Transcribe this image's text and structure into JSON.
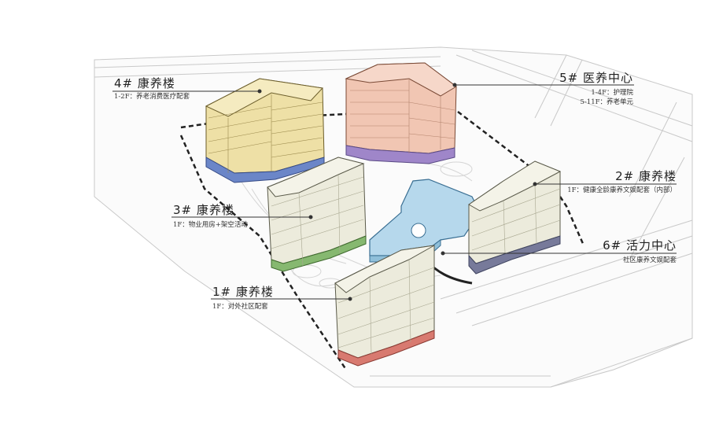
{
  "buildings": [
    {
      "id": "b4",
      "title": "4# 康养楼",
      "lines": [
        "1-2F：养老消费医疗配套"
      ],
      "color": "#eee0a6",
      "base_color": "#6b86c8"
    },
    {
      "id": "b5",
      "title": "5# 医养中心",
      "lines": [
        "1-4F：护理院",
        "5-11F：养老单元"
      ],
      "color": "#f1c6b3",
      "base_color": "#9f86c9"
    },
    {
      "id": "b2",
      "title": "2# 康养楼",
      "lines": [
        "1F：健康全龄康养文娱配套（内部）"
      ],
      "color": "#ecebdc",
      "base_color": "#777a9a"
    },
    {
      "id": "b3",
      "title": "3# 康养楼",
      "lines": [
        "1F：物业用房+架空活动"
      ],
      "color": "#ecebdc",
      "base_color": "#86b870"
    },
    {
      "id": "b6",
      "title": "6# 活力中心",
      "lines": [
        "社区康养文娱配套"
      ],
      "color": "#b6d8ec",
      "base_color": "#8fbfd9"
    },
    {
      "id": "b1",
      "title": "1# 康养楼",
      "lines": [
        "1F：对外社区配套"
      ],
      "color": "#ecebdc",
      "base_color": "#d87a70"
    }
  ]
}
